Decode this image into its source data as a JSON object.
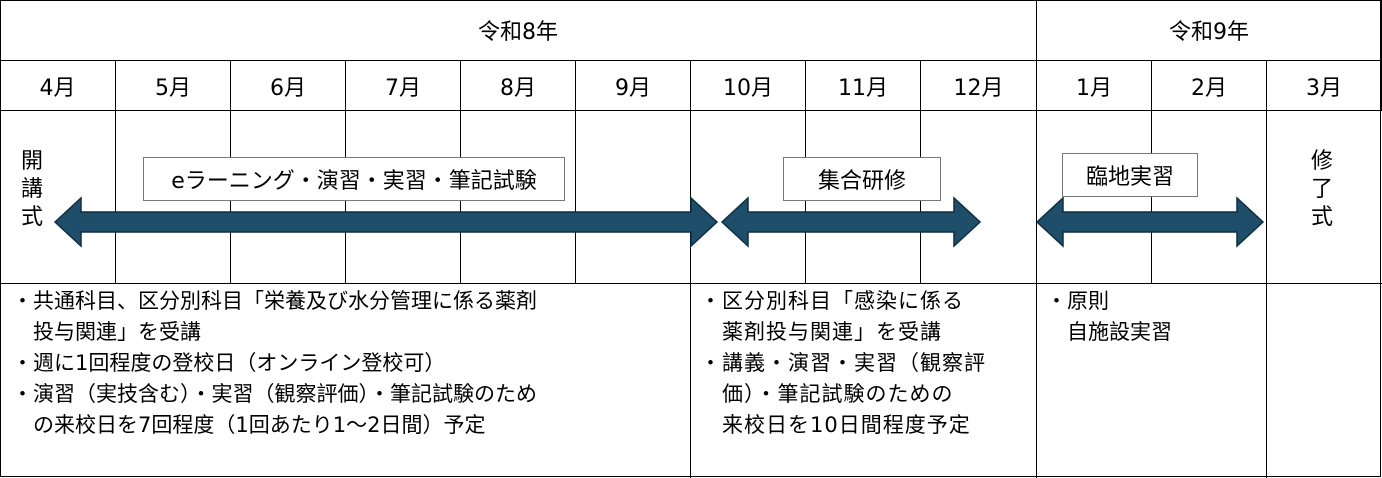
{
  "years": [
    {
      "label": "令和8年"
    },
    {
      "label": "令和9年"
    }
  ],
  "months": [
    "4月",
    "5月",
    "6月",
    "7月",
    "8月",
    "9月",
    "10月",
    "11月",
    "12月",
    "1月",
    "2月",
    "3月"
  ],
  "ceremony_open": [
    "開",
    "講",
    "式"
  ],
  "ceremony_close": [
    "修",
    "了",
    "式"
  ],
  "phases": [
    {
      "label": "eラーニング・演習・実習・筆記試験"
    },
    {
      "label": "集合研修"
    },
    {
      "label": "臨地実習"
    }
  ],
  "arrow_color": "#1f4e6b",
  "notes": {
    "phase1": [
      "・共通科目、区分別科目「栄養及び水分管理に係る薬剤",
      "　投与関連」を受講",
      "・週に1回程度の登校日（オンライン登校可）",
      "・演習（実技含む）・実習（観察評価）・筆記試験のため",
      "　の来校日を7回程度（1回あたり1～2日間）予定"
    ],
    "phase2": [
      "・区分別科目「感染に係る",
      "　薬剤投与関連」を受講",
      "・講義・演習・実習（観察評",
      "　価）・筆記試験のための",
      "　来校日を10日間程度予定"
    ],
    "phase3": [
      "・原則",
      "　自施設実習"
    ]
  }
}
